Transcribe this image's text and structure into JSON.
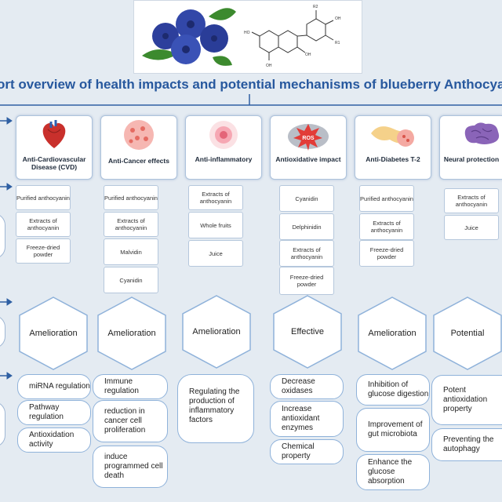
{
  "title": "ort overview of health impacts and potential mechanisms of blueberry Anthocya",
  "header_image": {
    "labels": [
      "R2",
      "OH",
      "HO",
      "R1",
      "OH",
      "OH"
    ]
  },
  "columns": [
    {
      "name": "Anti-Cardiovascular Disease (CVD)",
      "icon": "heart-icon",
      "items": [
        "Purified anthocyanin",
        "Extracts of anthocyanin",
        "Freeze-dried powder"
      ],
      "outcome": "Amelioration",
      "mechanisms": [
        "miRNA regulation",
        "Pathway regulation",
        "Antioxidation activity"
      ]
    },
    {
      "name": "Anti-Cancer effects",
      "icon": "cancer-cell-icon",
      "items": [
        "Purified anthocyanin",
        "Extracts of anthocyanin",
        "Malvidin",
        "Cyanidin"
      ],
      "outcome": "Amelioration",
      "mechanisms": [
        "Immune regulation",
        "reduction in cancer cell proliferation",
        "induce programmed cell death"
      ]
    },
    {
      "name": "Anti-inflammatory",
      "icon": "inflammation-icon",
      "items": [
        "Extracts of anthocyanin",
        "Whole fruits",
        "Juice"
      ],
      "outcome": "Amelioration",
      "mechanisms": [
        "Regulating the production of inflammatory factors"
      ]
    },
    {
      "name": "Antioxidative impact",
      "icon": "ros-icon",
      "icon_text": "ROS",
      "items": [
        "Cyanidin",
        "Delphinidin",
        "Extracts of anthocyanin",
        "Freeze-dried powder"
      ],
      "outcome": "Effective",
      "mechanisms": [
        "Decrease oxidases",
        "Increase antioxidant enzymes",
        "Chemical property"
      ]
    },
    {
      "name": "Anti-Diabetes T-2",
      "icon": "pancreas-icon",
      "items": [
        "Purified anthocyanin",
        "Extracts of anthocyanin",
        "Freeze-dried powder"
      ],
      "outcome": "Amelioration",
      "mechanisms": [
        "Inhibition of glucose digestion",
        "Improvement of gut microbiota",
        "Enhance the glucose absorption"
      ]
    },
    {
      "name": "Neural protection",
      "icon": "brain-icon",
      "items": [
        "Extracts of anthocyanin",
        "Juice"
      ],
      "outcome": "Potential",
      "mechanisms": [
        "Potent antioxidation property",
        "Preventing the autophagy"
      ]
    }
  ],
  "colors": {
    "title": "#27589e",
    "arrow": "#2e5fa3",
    "hex_border": "#8fb2da",
    "background": "#e4ebf2"
  }
}
